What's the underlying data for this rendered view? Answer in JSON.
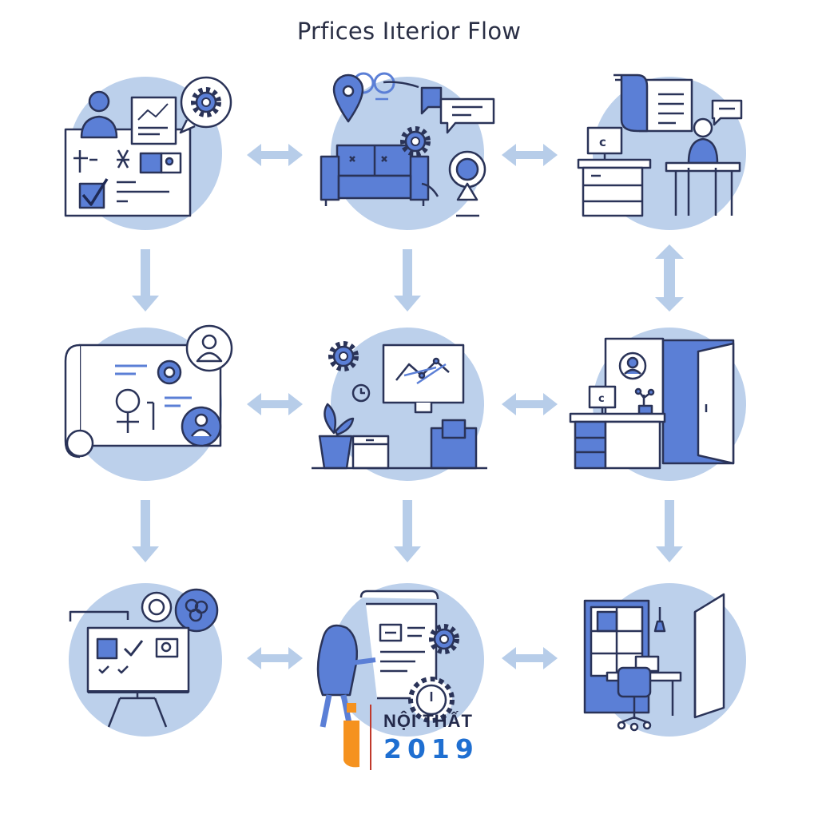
{
  "title": "Prfices Iıterior Flow",
  "logo": {
    "line1": "NỘI THẤT",
    "line2": "2019"
  },
  "colors": {
    "blue": "#5b7fd6",
    "light": "#c9d7ee",
    "circle": "#bcd0eb",
    "ink": "#2a3358",
    "arrow": "#b7cde9",
    "orange": "#f5921f"
  },
  "nodes": [
    {
      "id": "planning-board",
      "icon": "planning-board-icon"
    },
    {
      "id": "lounge-meeting",
      "icon": "sofa-meeting-icon"
    },
    {
      "id": "workstation-setup",
      "icon": "desk-workstation-icon"
    },
    {
      "id": "blueprint-review",
      "icon": "blueprint-icon"
    },
    {
      "id": "workspace-analytics",
      "icon": "monitor-chart-icon"
    },
    {
      "id": "office-room",
      "icon": "office-room-icon"
    },
    {
      "id": "presentation-board",
      "icon": "presentation-board-icon"
    },
    {
      "id": "document-review",
      "icon": "document-person-icon"
    },
    {
      "id": "finished-office",
      "icon": "finished-office-icon"
    }
  ]
}
